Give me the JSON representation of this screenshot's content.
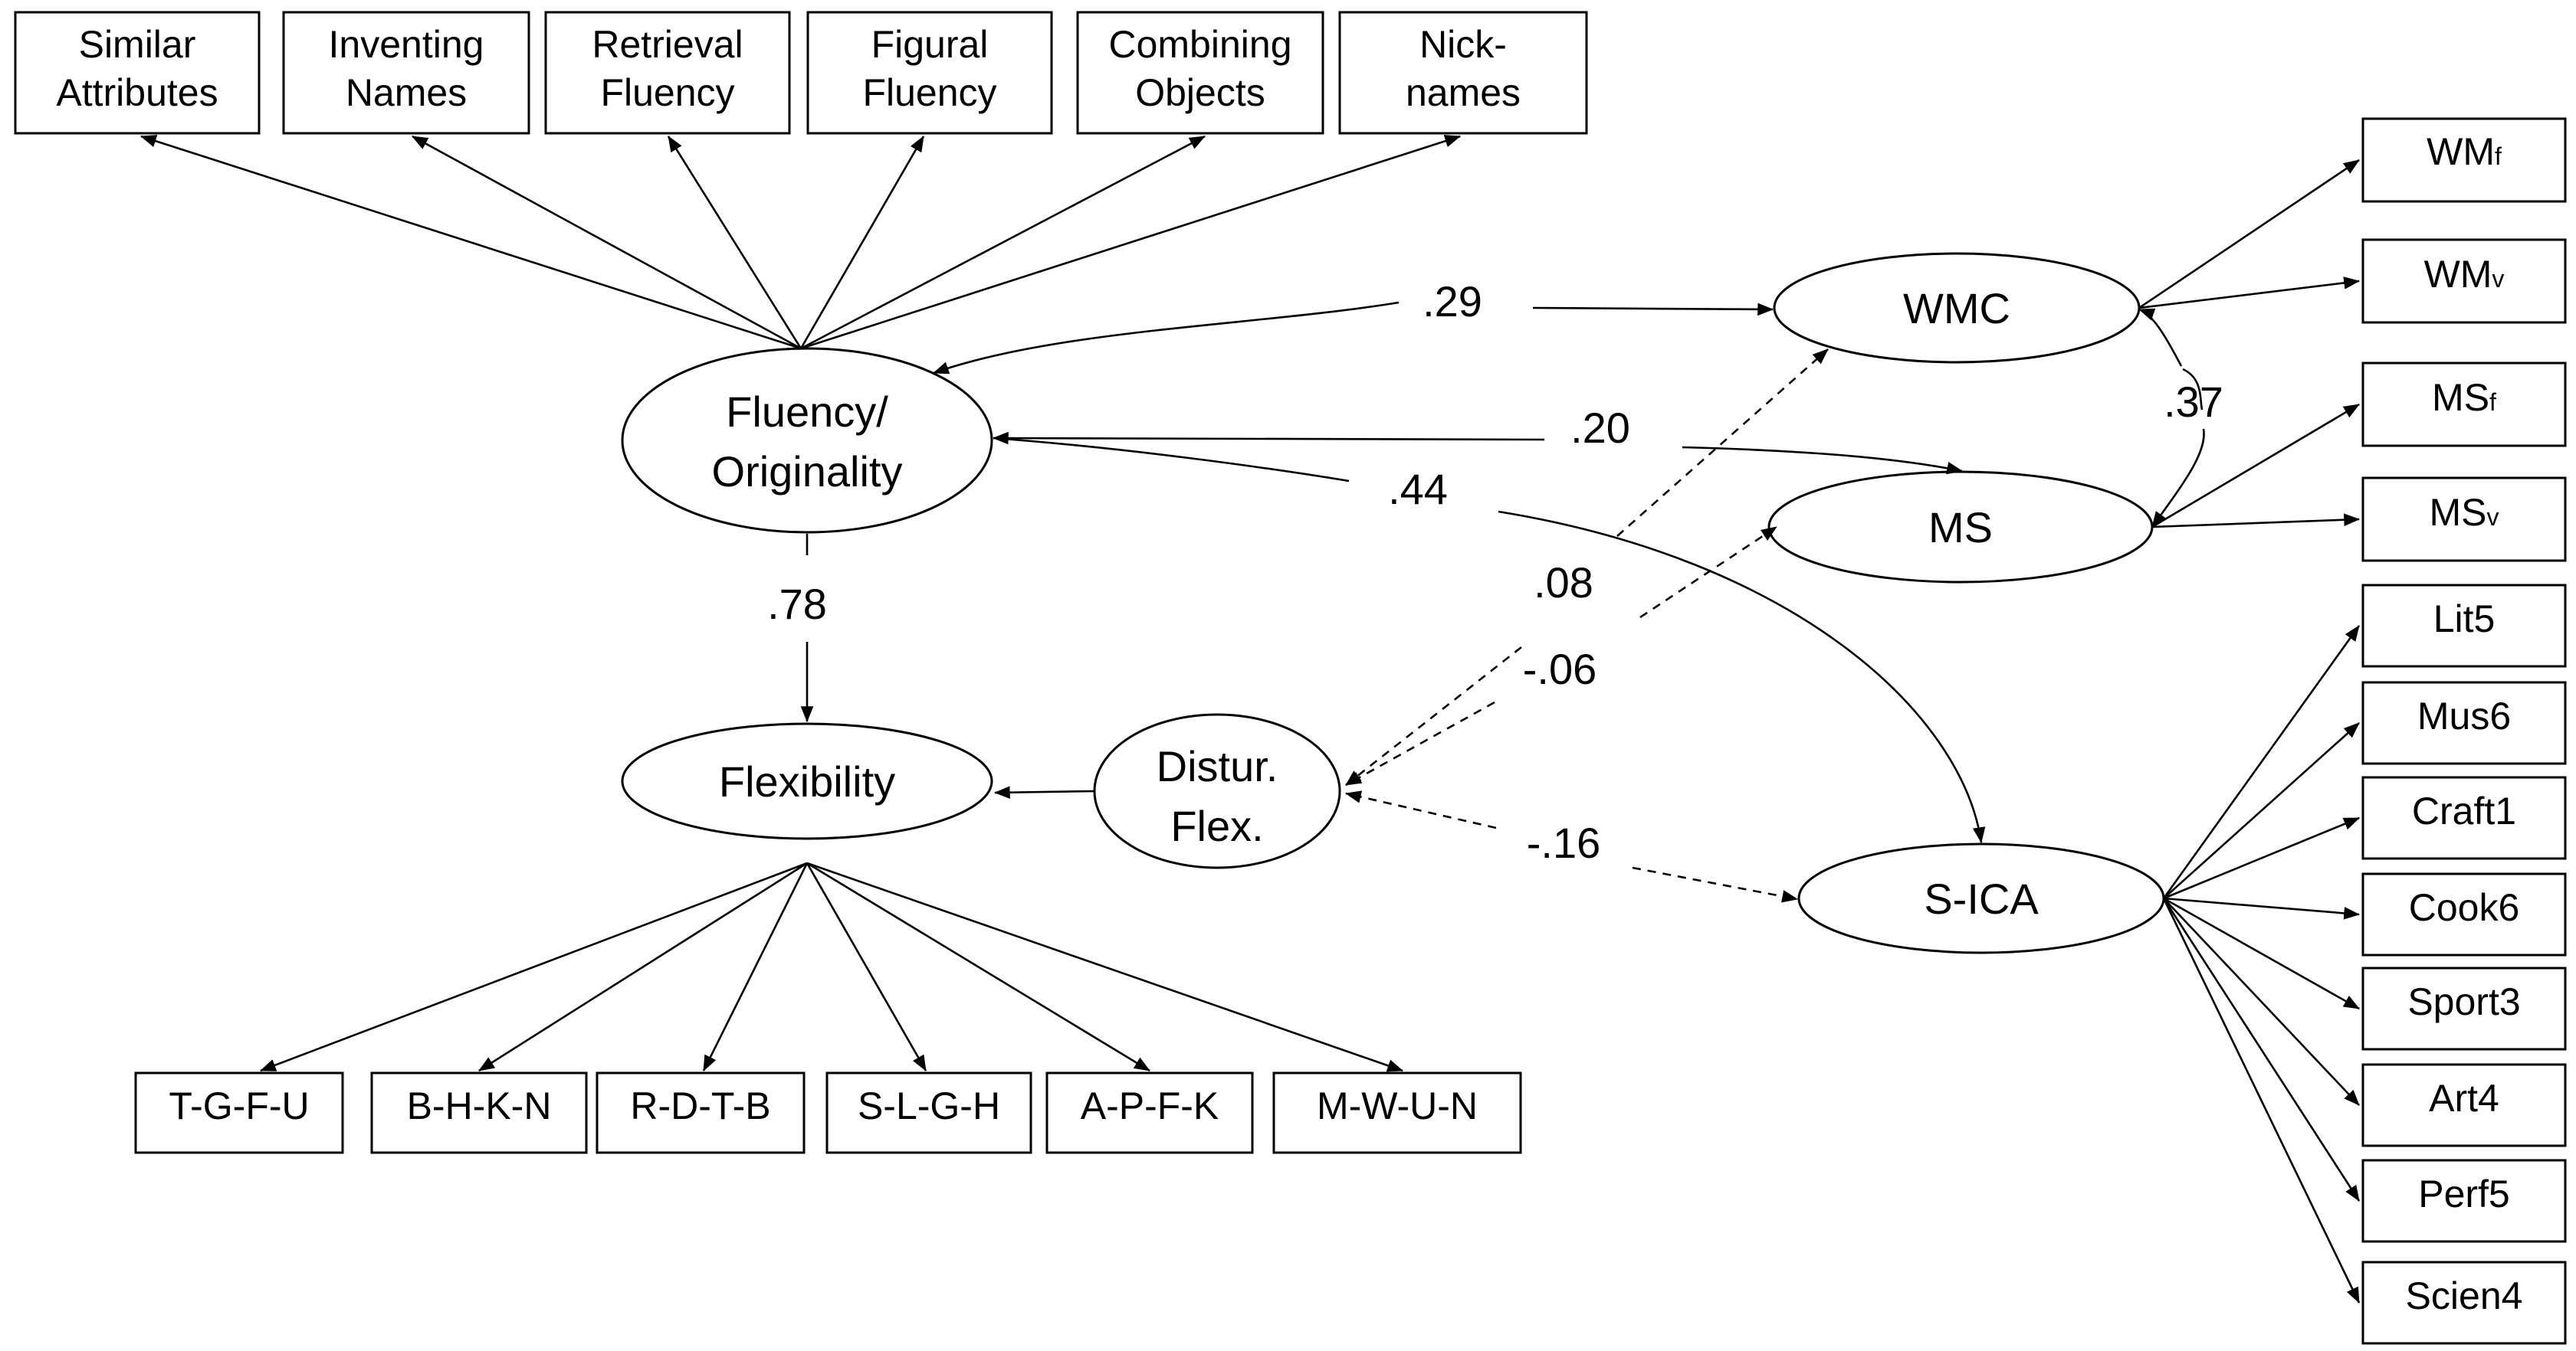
{
  "latents": {
    "fluency": {
      "line1": "Fluency/",
      "line2": "Originality"
    },
    "flexibility": {
      "label": "Flexibility"
    },
    "disturbance": {
      "line1": "Distur.",
      "line2": "Flex."
    },
    "wmc": {
      "label": "WMC"
    },
    "ms": {
      "label": "MS"
    },
    "sica": {
      "label": "S-ICA"
    }
  },
  "fluency_indicators": [
    {
      "line1": "Similar",
      "line2": "Attributes"
    },
    {
      "line1": "Inventing",
      "line2": "Names"
    },
    {
      "line1": "Retrieval",
      "line2": "Fluency"
    },
    {
      "line1": "Figural",
      "line2": "Fluency"
    },
    {
      "line1": "Combining",
      "line2": "Objects"
    },
    {
      "line1": "Nick-",
      "line2": "names"
    }
  ],
  "flexibility_indicators": [
    "T-G-F-U",
    "B-H-K-N",
    "R-D-T-B",
    "S-L-G-H",
    "A-P-F-K",
    "M-W-U-N"
  ],
  "wm_indicators": [
    {
      "base": "WM",
      "sub": "f"
    },
    {
      "base": "WM",
      "sub": "v"
    },
    {
      "base": "MS",
      "sub": "f"
    },
    {
      "base": "MS",
      "sub": "v"
    }
  ],
  "sica_indicators": [
    "Lit5",
    "Mus6",
    "Craft1",
    "Cook6",
    "Sport3",
    "Art4",
    "Perf5",
    "Scien4"
  ],
  "coefficients": {
    "fluency_wmc": ".29",
    "fluency_ms": ".20",
    "fluency_sica": ".44",
    "fluency_flexibility": ".78",
    "wmc_ms": ".37",
    "disturbance_wmc": ".08",
    "disturbance_ms": "-.06",
    "disturbance_sica": "-.16"
  }
}
